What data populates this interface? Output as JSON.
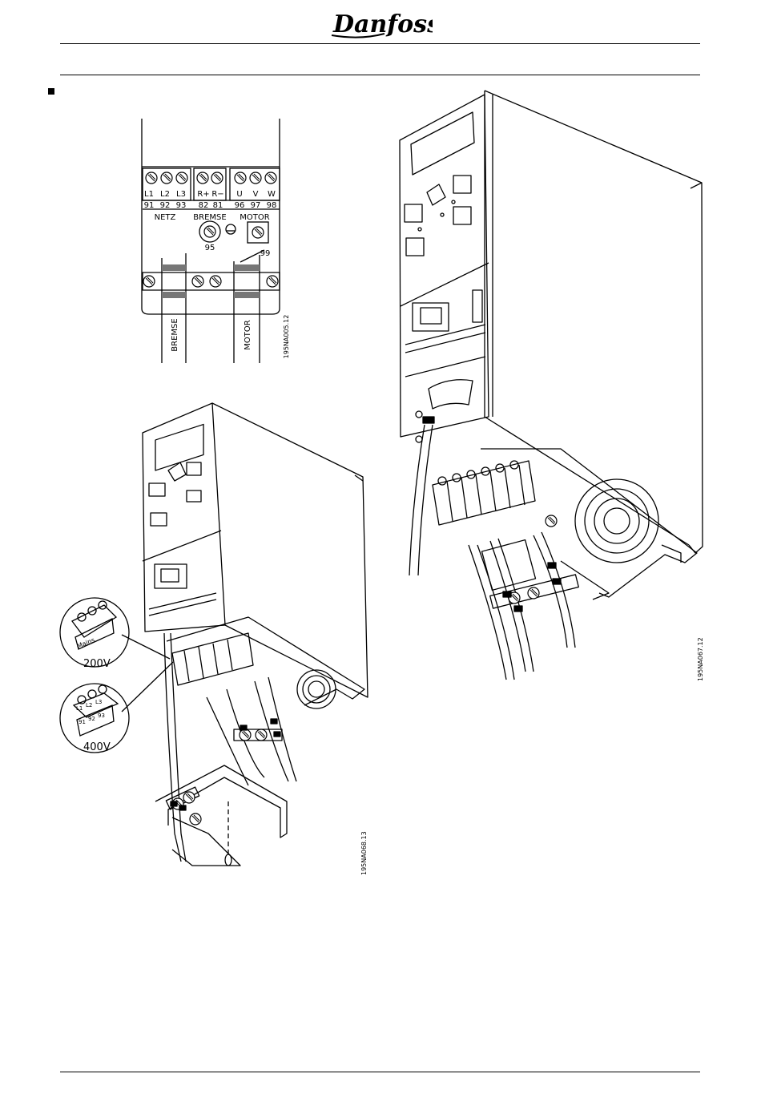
{
  "header": {
    "brand": "Danfoss"
  },
  "diagram1": {
    "terminals": {
      "mains": {
        "labels": [
          "L1",
          "L2",
          "L3"
        ],
        "numbers": [
          "91",
          "92",
          "93"
        ],
        "group": "NETZ"
      },
      "brake": {
        "labels": [
          "R+",
          "R−"
        ],
        "numbers": [
          "82",
          "81"
        ],
        "group": "BREMSE"
      },
      "motor": {
        "labels": [
          "U",
          "V",
          "W"
        ],
        "numbers": [
          "96",
          "97",
          "98"
        ],
        "group": "MOTOR"
      }
    },
    "earth_left": "95",
    "earth_right": "99",
    "cable_left": "BREMSE",
    "cable_right": "MOTOR",
    "code": "195NA005.12"
  },
  "diagram2": {
    "inset_top_label": "200V",
    "inset_bottom_label": "400V",
    "inset_top_plug": "Mains",
    "inset_bottom_plug": [
      "L1",
      "L2",
      "L3",
      "91",
      "92",
      "93"
    ],
    "code": "195NA068.13"
  },
  "diagram3": {
    "code": "195NA067.12"
  }
}
